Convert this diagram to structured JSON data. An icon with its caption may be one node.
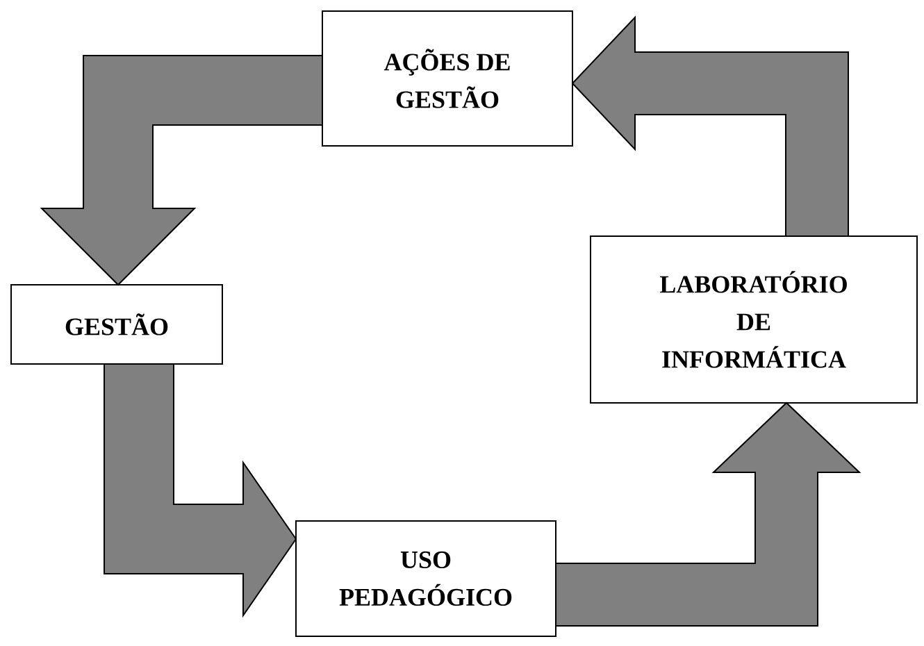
{
  "diagram": {
    "nodes": [
      {
        "text": [
          "AÇÕES DE GESTÃO"
        ]
      },
      {
        "text": [
          "GESTÃO"
        ]
      },
      {
        "text": [
          "LABORATÓRIO DE INFORMÁTICA"
        ]
      },
      {
        "text": [
          "USO PEDAGÓGICO"
        ]
      }
    ],
    "edges": [
      {
        "from": 0,
        "to": 1,
        "arrow": "to"
      },
      {
        "from": 1,
        "to": 3,
        "arrow": "to"
      },
      {
        "from": 3,
        "to": 2,
        "arrow": "to"
      },
      {
        "from": 2,
        "to": 0,
        "arrow": "to"
      }
    ]
  }
}
